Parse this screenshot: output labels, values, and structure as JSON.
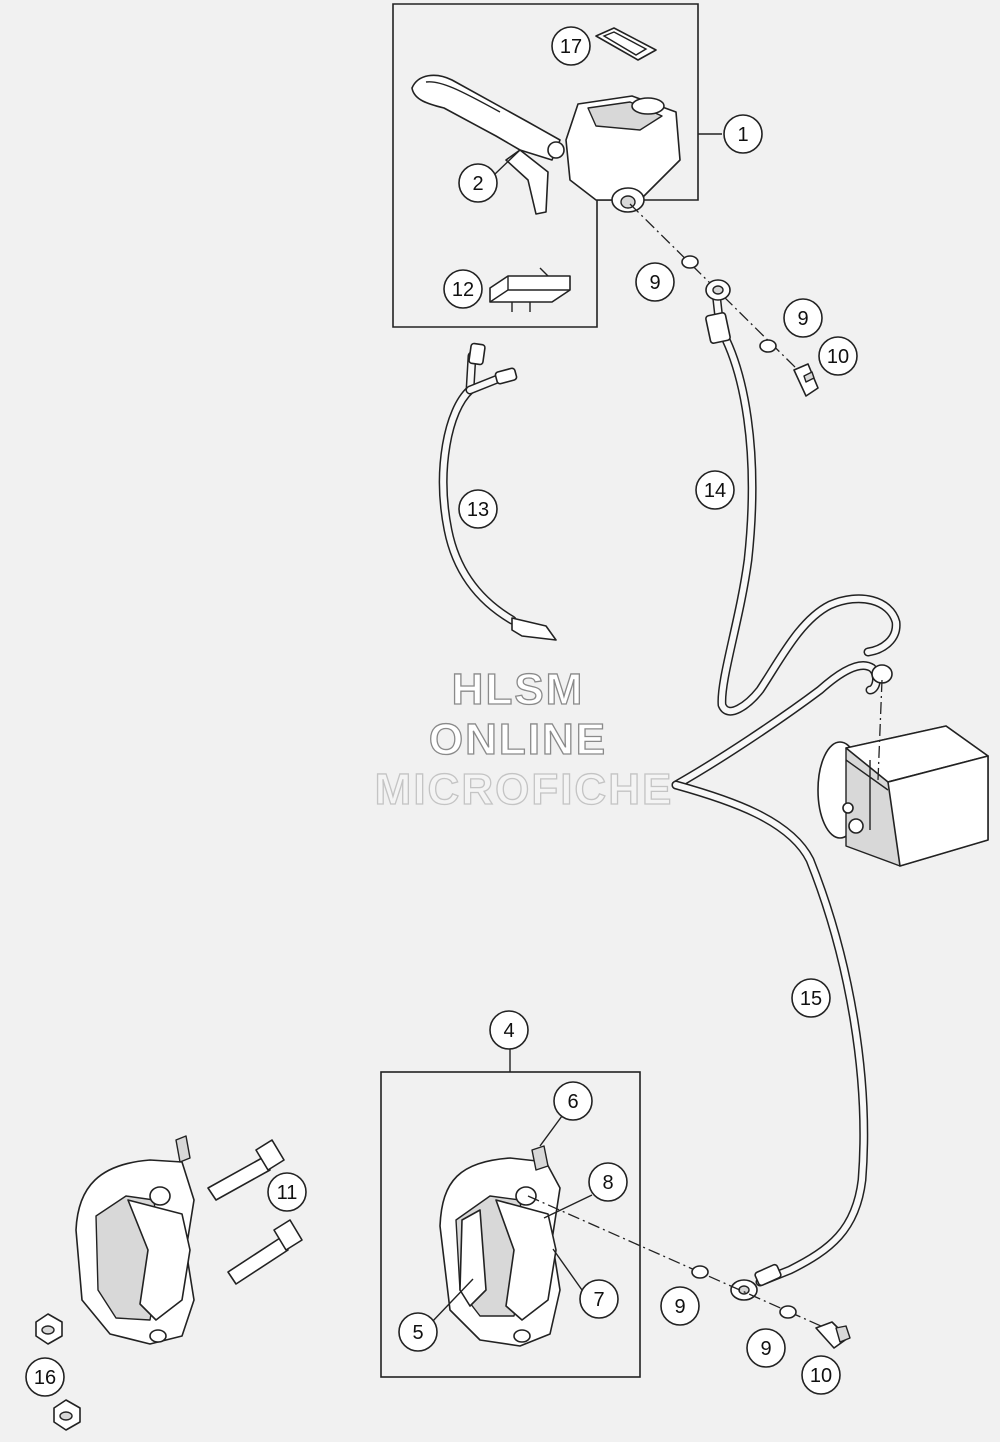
{
  "watermark": {
    "line1": "HLSM",
    "line2": "ONLINE",
    "line3": "MICROFICHE"
  },
  "callouts": {
    "c1": "1",
    "c2": "2",
    "c4": "4",
    "c5": "5",
    "c6": "6",
    "c7": "7",
    "c8": "8",
    "c9a": "9",
    "c9b": "9",
    "c9c": "9",
    "c9d": "9",
    "c10a": "10",
    "c10b": "10",
    "c11": "11",
    "c12": "12",
    "c13": "13",
    "c14": "14",
    "c15": "15",
    "c16": "16",
    "c17": "17"
  },
  "colors": {
    "background": "#f1f1f1",
    "line": "#222222",
    "watermark_outline": "#8a8a8a"
  }
}
